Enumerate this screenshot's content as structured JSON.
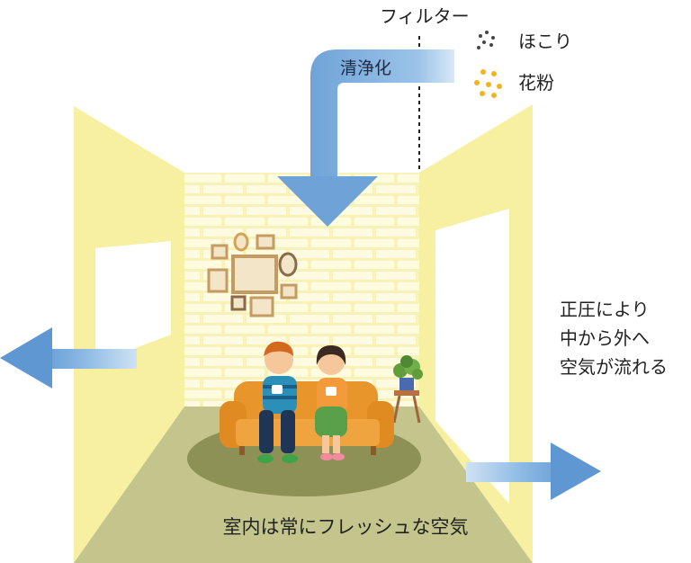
{
  "labels": {
    "filter": "フィルター",
    "dust": "ほこり",
    "pollen": "花粉",
    "purify": "清浄化",
    "pressure_note": [
      "正圧により",
      "中から外へ",
      "空気が流れる"
    ],
    "room_caption": "室内は常にフレッシュな空気"
  },
  "colors": {
    "wall": "#f7f0a0",
    "brick_wall": "#f9f2b8",
    "floor": "#c4c58c",
    "rug": "#8e9156",
    "airflow_arrow": "#6fa3d8",
    "sofa": "#e8952c",
    "dust": "#444444",
    "pollen": "#f2b31c"
  },
  "icons": [
    "dust-particles-icon",
    "pollen-particles-icon",
    "airflow-arrow-icon",
    "picture-frame-icon",
    "potted-plant-icon"
  ]
}
